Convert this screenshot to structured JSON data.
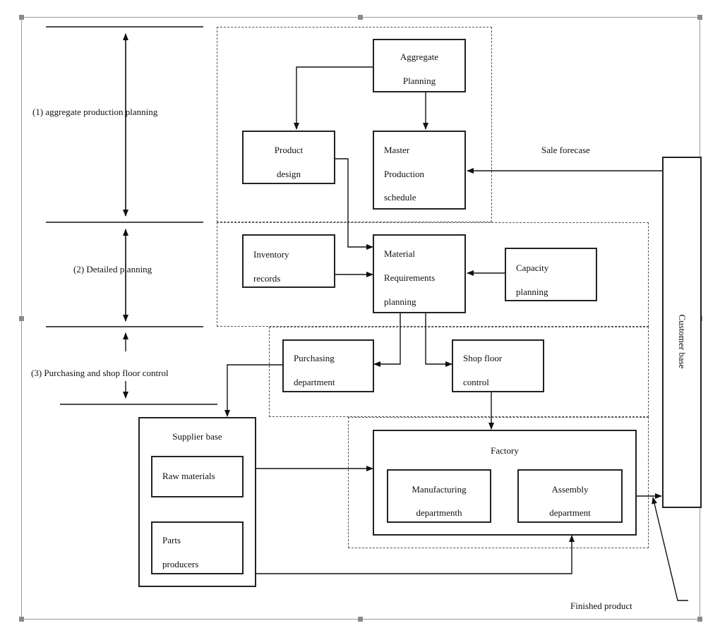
{
  "levels": {
    "aggregate": "(1) aggregate production planning",
    "detailed": "(2) Detailed planning",
    "purchasing_shop_floor": "(3) Purchasing and shop floor control"
  },
  "boxes": {
    "aggregate_planning": [
      "Aggregate",
      "Planning"
    ],
    "product_design": [
      "Product",
      "design"
    ],
    "master_production_schedule": [
      "Master",
      "Production",
      "schedule"
    ],
    "inventory_records": [
      "Inventory",
      "records"
    ],
    "material_requirements_planning": [
      "Material",
      "Requirements",
      "planning"
    ],
    "capacity_planning": [
      "Capacity",
      "planning"
    ],
    "purchasing_department": [
      "Purchasing",
      "department"
    ],
    "shop_floor_control": [
      "Shop floor",
      "control"
    ],
    "supplier_base": "Supplier base",
    "raw_materials": "Raw materials",
    "parts_producers": [
      "Parts",
      "producers"
    ],
    "factory": "Factory",
    "manufacturing_department": [
      "Manufacturing",
      "departmenth"
    ],
    "assembly_department": [
      "Assembly",
      "department"
    ],
    "customer_base": "Customer base"
  },
  "labels": {
    "sale_forecase": "Sale forecase",
    "finished_product": "Finished product"
  }
}
